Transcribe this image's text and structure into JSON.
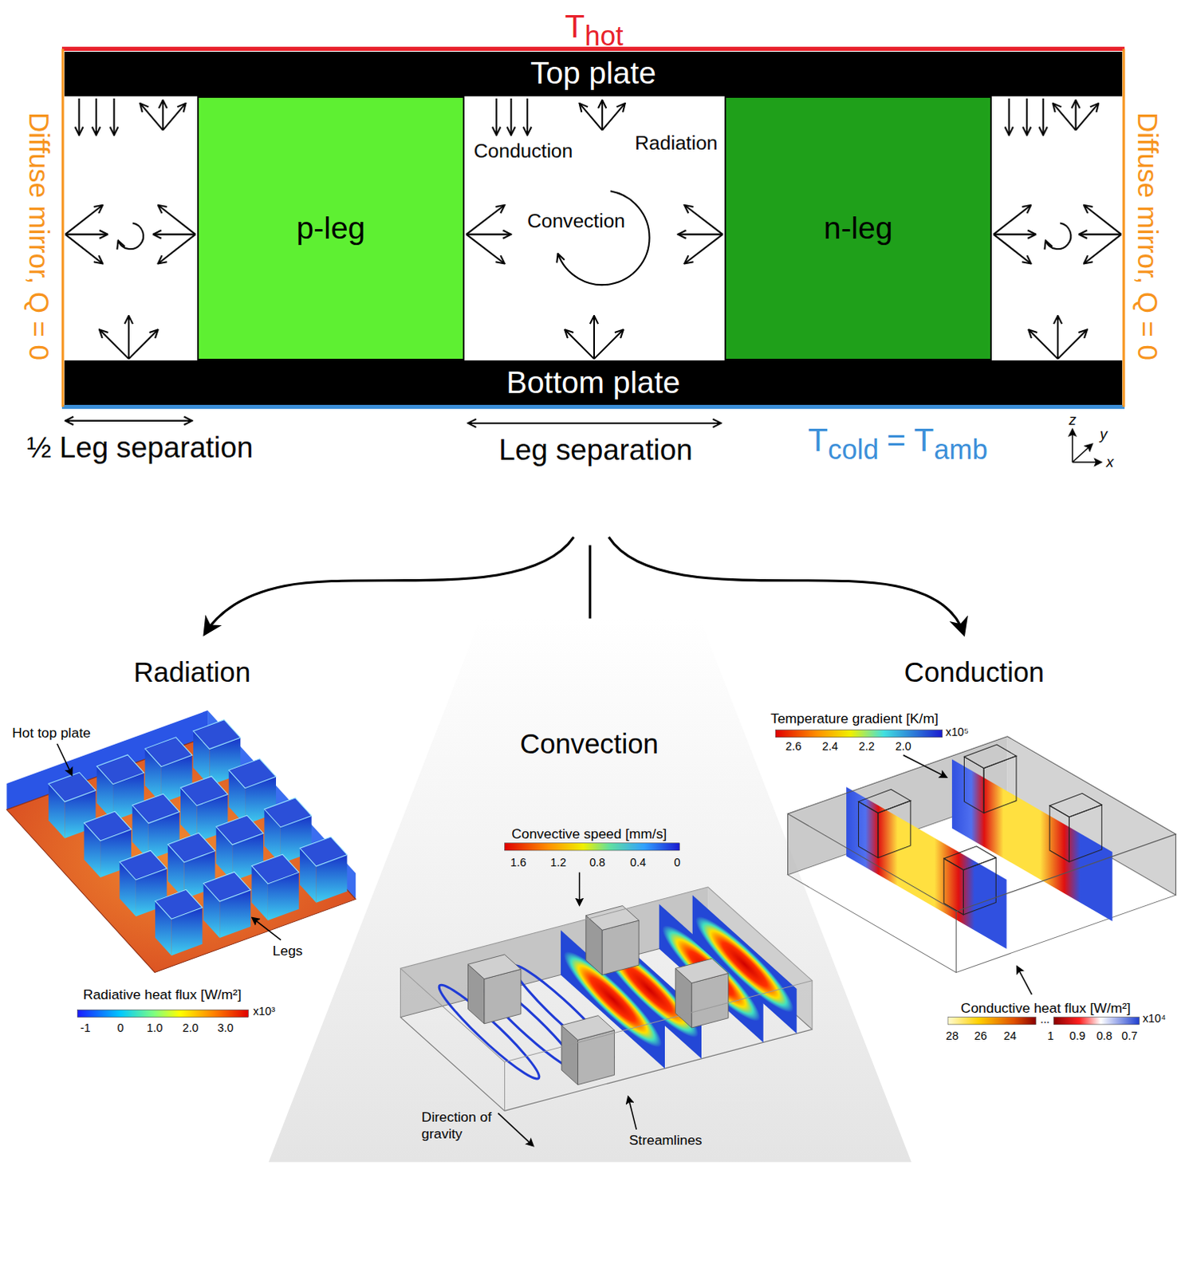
{
  "diagram": {
    "nodes": [
      {
        "text": [
          "Top plate"
        ]
      },
      {
        "text": [
          "p-leg"
        ]
      },
      {
        "text": [
          "n-leg"
        ]
      },
      {
        "text": [
          "Bottom plate"
        ]
      }
    ],
    "labels": [
      "T",
      "hot",
      "Diffuse mirror, Q = 0",
      "Diffuse mirror, Q = 0",
      "Conduction",
      "Radiation",
      "Convection",
      "½ Leg separation",
      "Leg separation",
      "T",
      "cold",
      "=",
      "T",
      "amb",
      "z",
      "y",
      "x",
      "Radiation",
      "Convection",
      "Conduction",
      "Hot top plate",
      "Legs",
      "Radiative heat flux [W/m²]",
      "-1",
      "0",
      "1.0",
      "2.0",
      "3.0",
      "x10³",
      "Convective speed [mm/s]",
      "1.6",
      "1.2",
      "0.8",
      "0.4",
      "0",
      "Direction of gravity",
      "Streamlines",
      "Temperature gradient [K/m]",
      "2.6",
      "2.4",
      "2.2",
      "2.0",
      "x10⁵",
      "Conductive heat flux [W/m²]",
      "28",
      "26",
      "24",
      "...",
      "1",
      "0.9",
      "0.8",
      "0.7",
      "x10⁴"
    ]
  }
}
